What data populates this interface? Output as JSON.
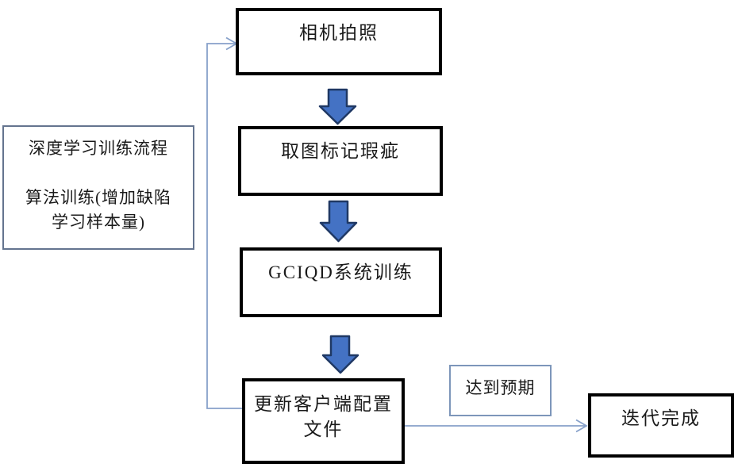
{
  "flowchart": {
    "nodes": {
      "camera": {
        "label": "相机拍照"
      },
      "mark": {
        "label": "取图标记瑕疵"
      },
      "train": {
        "label": "GCIQD系统训练"
      },
      "update": {
        "line1": "更新客户端配置",
        "line2": "文件"
      },
      "done": {
        "label": "迭代完成"
      },
      "condition": {
        "label": "达到预期"
      }
    },
    "note": {
      "line1": "深度学习训练流程",
      "line2": "算法训练(增加缺陷",
      "line3": "学习样本量)"
    }
  },
  "icons": {
    "down_arrow": "block-down-arrow",
    "arrowhead": "open-arrowhead"
  },
  "colors": {
    "arrow_fill": "#4472c4",
    "arrow_stroke": "#1f3864",
    "connector": "#87a1ca",
    "box_border": "#000000",
    "note_border": "#64748f",
    "condition_border": "#7d96ba"
  }
}
